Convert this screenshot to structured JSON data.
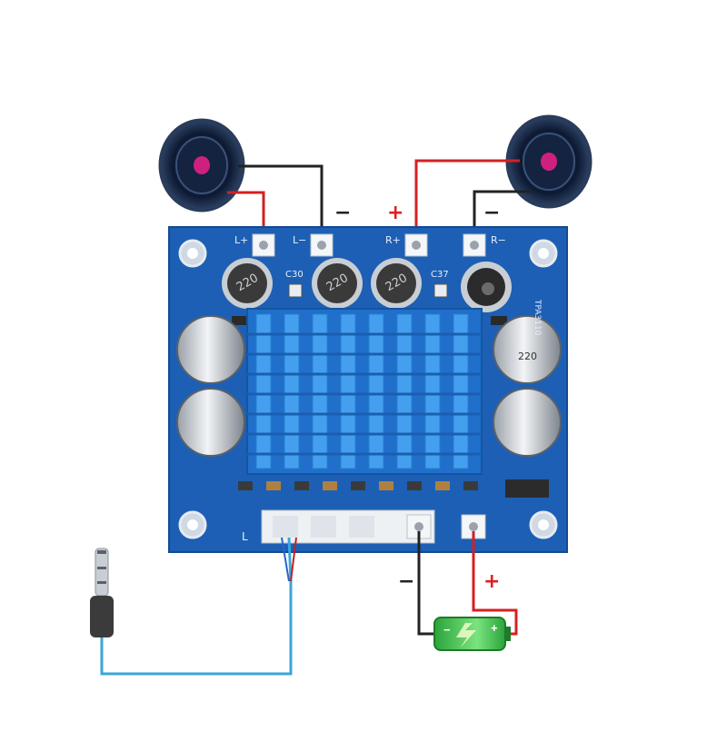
{
  "signs": {
    "speaker_left_neg": "−",
    "speaker_right_pos": "+",
    "speaker_right_neg": "−",
    "power_neg": "−",
    "power_pos": "+"
  },
  "silkscreen": {
    "left_plus": "L+",
    "left_minus": "L−",
    "right_plus": "R+",
    "right_minus": "R−",
    "cap_c30": "C30",
    "cap_c37": "C37",
    "board_id": "TPA3110",
    "input_label": "L",
    "inductor_1": "220",
    "inductor_2": "220",
    "inductor_3": "220",
    "cap_marking": "220"
  },
  "battery": {
    "neg_mark": "−",
    "pos_mark": "+"
  },
  "colors": {
    "pcb": "#1d5fb4",
    "heatsink": "#2f8be0",
    "wire_red": "#d42020",
    "wire_black": "#222222",
    "wire_blue": "#3aa6d8",
    "battery_green": "#38c94a"
  }
}
